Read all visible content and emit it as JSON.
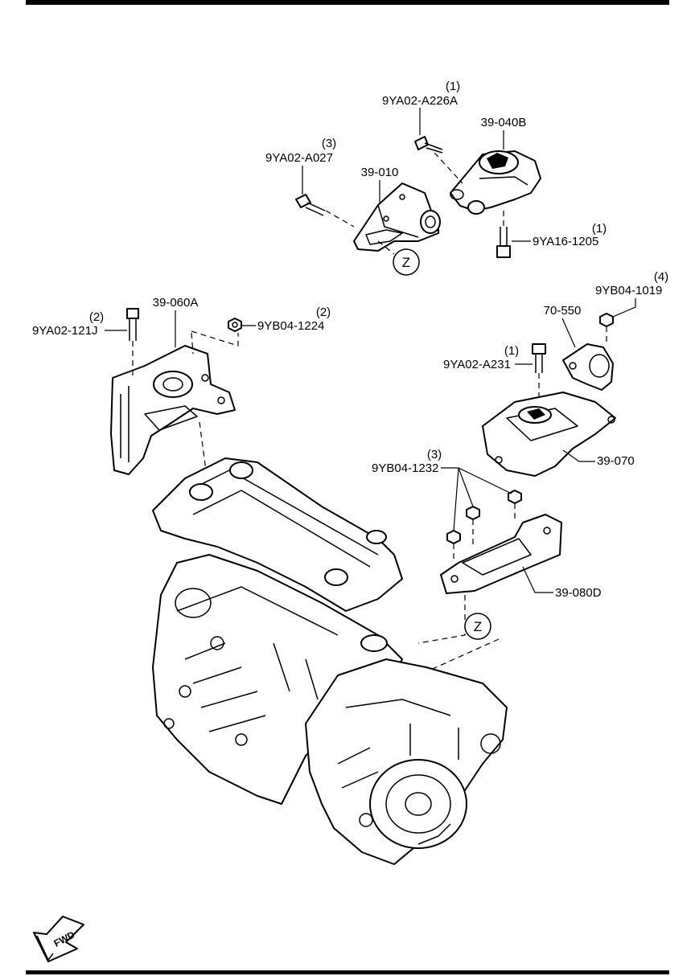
{
  "diagram": {
    "parts": {
      "p_9ya02_a226a": {
        "code": "9YA02-A226A",
        "qty": "(1)"
      },
      "p_39_040b": {
        "code": "39-040B"
      },
      "p_9ya02_a027": {
        "code": "9YA02-A027",
        "qty": "(3)"
      },
      "p_39_010": {
        "code": "39-010"
      },
      "p_9ya16_1205": {
        "code": "9YA16-1205",
        "qty": "(1)"
      },
      "p_39_060a": {
        "code": "39-060A"
      },
      "p_9ya02_121j": {
        "code": "9YA02-121J",
        "qty": "(2)"
      },
      "p_9yb04_1224": {
        "code": "9YB04-1224",
        "qty": "(2)"
      },
      "p_9yb04_1019": {
        "code": "9YB04-1019",
        "qty": "(4)"
      },
      "p_70_550": {
        "code": "70-550"
      },
      "p_9ya02_a231": {
        "code": "9YA02-A231",
        "qty": "(1)"
      },
      "p_39_070": {
        "code": "39-070"
      },
      "p_9yb04_1232": {
        "code": "9YB04-1232",
        "qty": "(3)"
      },
      "p_39_080d": {
        "code": "39-080D"
      }
    },
    "view_marker": "Z",
    "fwd_label": "FWD"
  }
}
